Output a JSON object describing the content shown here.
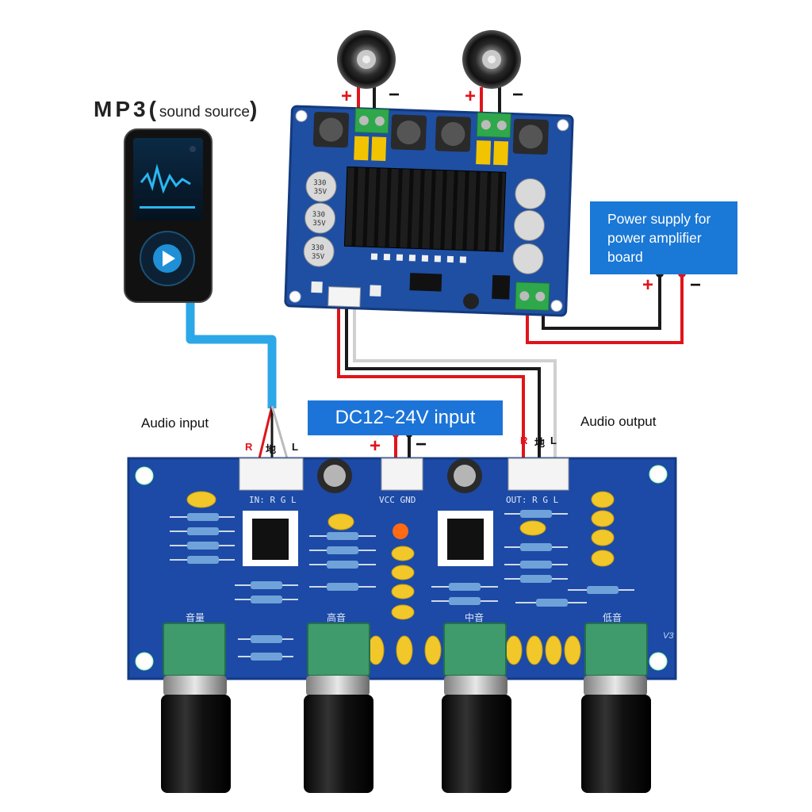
{
  "labels": {
    "mp3_main": "MP3",
    "mp3_open": "(",
    "mp3_sub": "sound source",
    "mp3_close": ")",
    "audio_input": "Audio input",
    "audio_output": "Audio output",
    "dc_input": "DC12~24V input",
    "power_supply": [
      "Power supply for",
      "power amplifier",
      "board"
    ]
  },
  "polarity": {
    "plus": "+",
    "minus": "−"
  },
  "connector_pins": {
    "right": "R",
    "ground": "地",
    "left": "L"
  },
  "silkscreen": {
    "in": "IN: R  G  L",
    "vcc_gnd": "VCC  GND",
    "out": "OUT: R  G  L",
    "volume": "音量",
    "treble": "高音",
    "mid": "中音",
    "bass": "低音",
    "version": "V3",
    "cap_value": "330",
    "cap_volt": "35V"
  },
  "colors": {
    "pcb": "#1e4fa3",
    "wire_red": "#e0141b",
    "wire_black": "#1a1a1a",
    "wire_white": "#d8d8d8",
    "wire_blue": "#2ca7e8",
    "label_box": "#1c74d8"
  }
}
